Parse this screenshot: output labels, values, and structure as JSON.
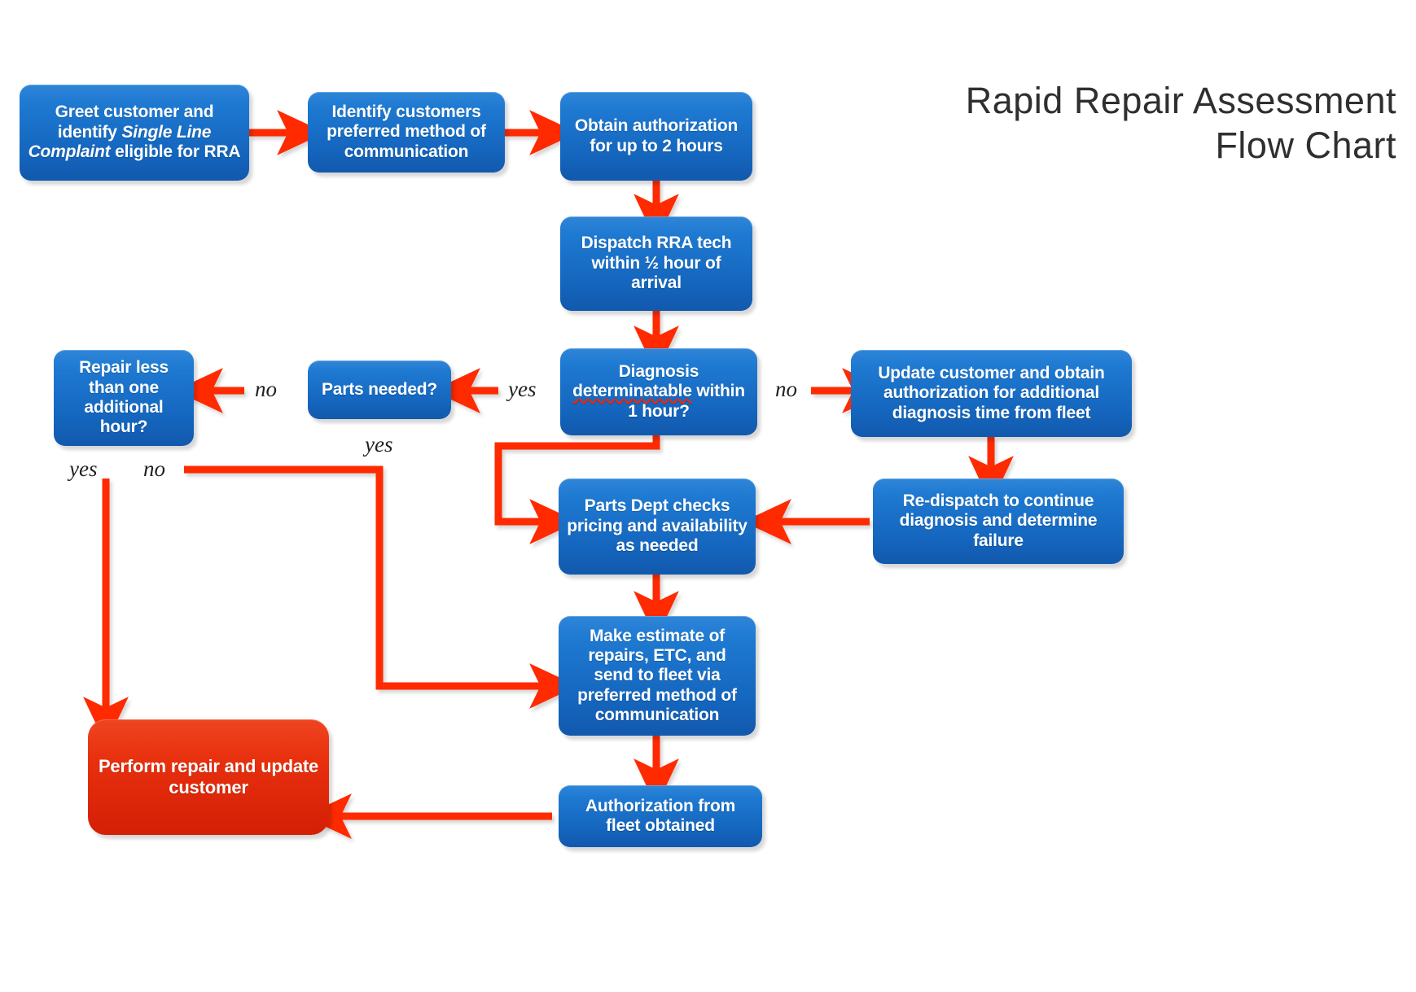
{
  "title": {
    "line1": "Rapid Repair Assessment",
    "line2": "Flow Chart"
  },
  "colors": {
    "box_blue": "#1465bd",
    "box_blue_light": "#2f86d8",
    "box_red": "#e8300e",
    "arrow_red": "#ff2a00",
    "label_text": "#231f20",
    "title_text": "#2f2f2f",
    "box_text": "#ffffff",
    "background": "#ffffff",
    "spellcheck_underline": "#ff2200"
  },
  "nodes": [
    {
      "id": "greet",
      "shape": "process",
      "color": "blue",
      "text_parts": [
        {
          "t": "Greet customer and identify ",
          "style": "normal"
        },
        {
          "t": "Single Line Complaint",
          "style": "italic"
        },
        {
          "t": " eligible for RRA",
          "style": "normal"
        }
      ],
      "text": "Greet customer and identify Single Line Complaint eligible for RRA"
    },
    {
      "id": "identify",
      "shape": "process",
      "color": "blue",
      "text": "Identify customers preferred method of communication"
    },
    {
      "id": "obtain_auth",
      "shape": "process",
      "color": "blue",
      "text": "Obtain authorization for up to 2 hours"
    },
    {
      "id": "dispatch",
      "shape": "process",
      "color": "blue",
      "text": "Dispatch RRA tech within ½ hour of arrival"
    },
    {
      "id": "diagnosis",
      "shape": "decision",
      "color": "blue",
      "text_parts": [
        {
          "t": "Diagnosis ",
          "style": "normal"
        },
        {
          "t": "determinatable",
          "style": "misspelled"
        },
        {
          "t": " within 1 hour?",
          "style": "normal"
        }
      ],
      "text": "Diagnosis determinatable within 1 hour?"
    },
    {
      "id": "parts_needed",
      "shape": "decision",
      "color": "blue",
      "text": "Parts needed?"
    },
    {
      "id": "repair_less",
      "shape": "decision",
      "color": "blue",
      "text": "Repair less than one additional hour?"
    },
    {
      "id": "update_cust",
      "shape": "process",
      "color": "blue",
      "text": "Update customer and obtain authorization for additional diagnosis time from fleet"
    },
    {
      "id": "redispatch",
      "shape": "process",
      "color": "blue",
      "text": "Re-dispatch to continue diagnosis and determine failure"
    },
    {
      "id": "parts_dept",
      "shape": "process",
      "color": "blue",
      "text": "Parts Dept checks pricing and availability as needed"
    },
    {
      "id": "make_estimate",
      "shape": "process",
      "color": "blue",
      "text": "Make estimate of repairs, ETC, and send to fleet via preferred method of communication"
    },
    {
      "id": "auth_obtained",
      "shape": "process",
      "color": "blue",
      "text": "Authorization from fleet obtained"
    },
    {
      "id": "perform",
      "shape": "terminator",
      "color": "red",
      "text": "Perform repair and update customer"
    }
  ],
  "edge_labels": [
    {
      "id": "diag_yes_to_parts_needed",
      "text": "yes"
    },
    {
      "id": "parts_needed_no_to_repair_less",
      "text": "no"
    },
    {
      "id": "diag_no_to_update_cust",
      "text": "no"
    },
    {
      "id": "diag_yes_down_to_parts_dept",
      "text": "yes"
    },
    {
      "id": "repair_less_yes",
      "text": "yes"
    },
    {
      "id": "repair_less_no",
      "text": "no"
    }
  ],
  "edges": [
    {
      "from": "greet",
      "to": "identify",
      "label": ""
    },
    {
      "from": "identify",
      "to": "obtain_auth",
      "label": ""
    },
    {
      "from": "obtain_auth",
      "to": "dispatch",
      "label": ""
    },
    {
      "from": "dispatch",
      "to": "diagnosis",
      "label": ""
    },
    {
      "from": "diagnosis",
      "to": "parts_needed",
      "label": "yes"
    },
    {
      "from": "diagnosis",
      "to": "update_cust",
      "label": "no"
    },
    {
      "from": "diagnosis",
      "to": "parts_dept",
      "label": "yes"
    },
    {
      "from": "parts_needed",
      "to": "repair_less",
      "label": "no"
    },
    {
      "from": "update_cust",
      "to": "redispatch",
      "label": ""
    },
    {
      "from": "redispatch",
      "to": "parts_dept",
      "label": ""
    },
    {
      "from": "parts_dept",
      "to": "make_estimate",
      "label": ""
    },
    {
      "from": "make_estimate",
      "to": "auth_obtained",
      "label": ""
    },
    {
      "from": "auth_obtained",
      "to": "perform",
      "label": ""
    },
    {
      "from": "repair_less",
      "to": "perform",
      "label": "yes"
    },
    {
      "from": "repair_less",
      "to": "make_estimate",
      "label": "no"
    }
  ]
}
